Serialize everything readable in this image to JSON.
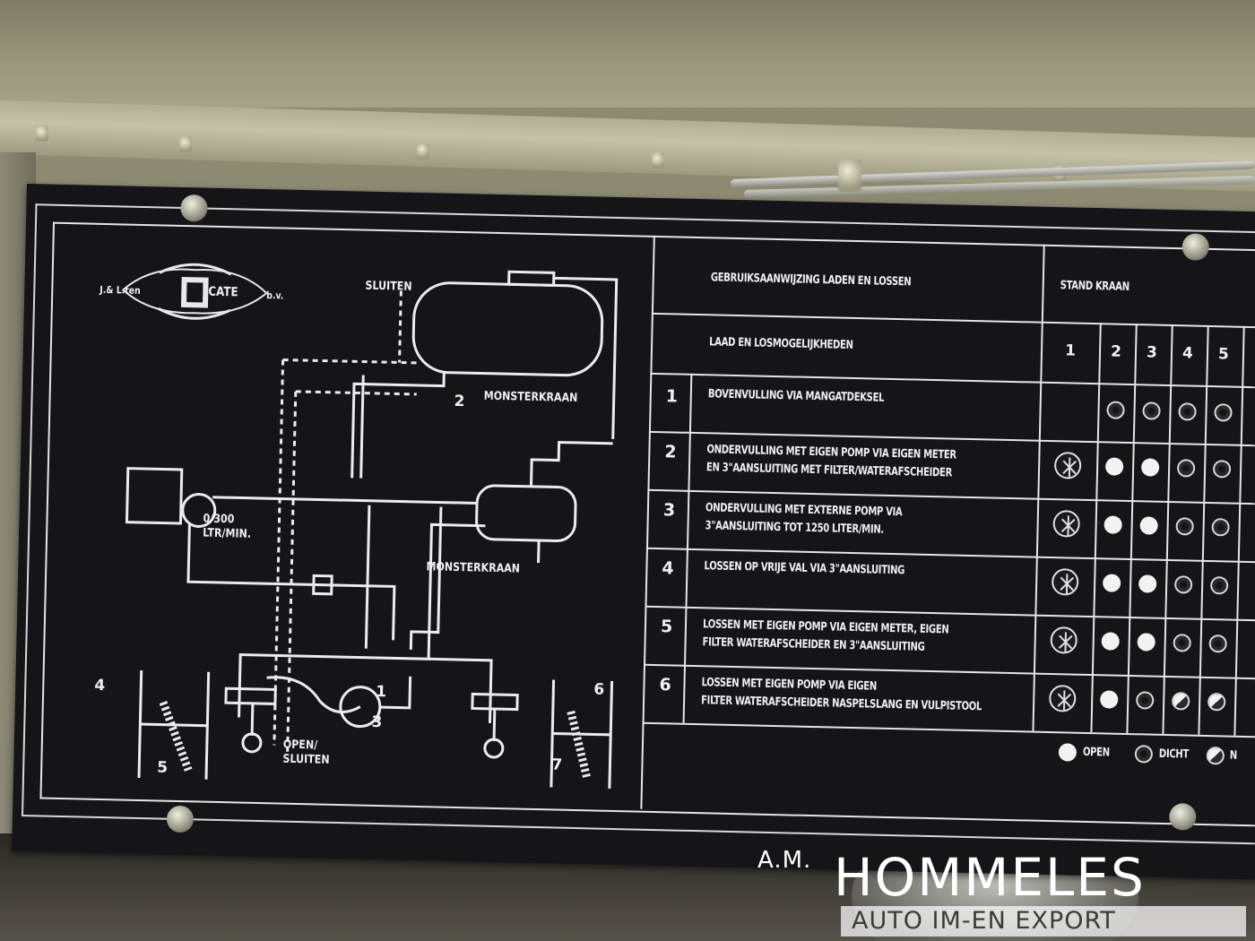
{
  "logo": {
    "left": "J.& L.ten",
    "right": "CATE",
    "suffix": "b.v."
  },
  "diagram_labels": {
    "sluiten_top": "SLUITEN",
    "monsterkraan_top": "MONSTERKRAAN",
    "monsterkraan_mid": "MONSTERKRAAN",
    "flow_rate_1": "0/300",
    "flow_rate_2": "LTR/MIN.",
    "open_sluiten_1": "OPEN/",
    "open_sluiten_2": "SLUITEN",
    "num_1": "1",
    "num_2": "2",
    "num_3": "3",
    "num_4": "4",
    "num_5": "5",
    "num_6": "6",
    "num_7": "7"
  },
  "table": {
    "title": "GEBRUIKSAANWIJZING LADEN EN LOSSEN",
    "stand_kraan": "STAND KRAAN",
    "subtitle": "LAAD EN LOSMOGELIJKHEDEN",
    "columns": [
      "1",
      "2",
      "3",
      "4",
      "5"
    ],
    "rows": [
      {
        "num": "1",
        "line1": "BOVENVULLING VIA MANGATDEKSEL",
        "line2": ""
      },
      {
        "num": "2",
        "line1": "ONDERVULLING MET EIGEN POMP VIA EIGEN METER",
        "line2": "EN 3\"AANSLUITING MET FILTER/WATERAFSCHEIDER"
      },
      {
        "num": "3",
        "line1": "ONDERVULLING MET EXTERNE POMP VIA",
        "line2": "3\"AANSLUITING TOT 1250 LITER/MIN."
      },
      {
        "num": "4",
        "line1": "LOSSEN OP VRIJE VAL VIA 3\"AANSLUITING",
        "line2": ""
      },
      {
        "num": "5",
        "line1": "LOSSEN MET EIGEN POMP VIA EIGEN METER, EIGEN",
        "line2": "FILTER WATERAFSCHEIDER EN 3\"AANSLUITING"
      },
      {
        "num": "6",
        "line1": "LOSSEN MET EIGEN POMP VIA EIGEN",
        "line2": "FILTER WATERAFSCHEIDER NASPELSLANG EN VULPISTOOL"
      }
    ],
    "states": [
      [
        "none",
        "dicht",
        "dicht",
        "dicht",
        "dicht"
      ],
      [
        "valve",
        "open",
        "open",
        "dicht",
        "dicht"
      ],
      [
        "valve",
        "open",
        "open",
        "dicht",
        "dicht"
      ],
      [
        "valve",
        "open",
        "open",
        "dicht",
        "dicht"
      ],
      [
        "valve",
        "open",
        "open",
        "dicht",
        "dicht"
      ],
      [
        "valve",
        "open",
        "dicht",
        "half",
        "half"
      ]
    ],
    "legend": {
      "open": "OPEN",
      "dicht": "DICHT",
      "third": "N"
    }
  },
  "watermark": {
    "prefix": "A.M.",
    "name": "HOMMELES",
    "sub": "AUTO IM-EN EXPORT"
  }
}
